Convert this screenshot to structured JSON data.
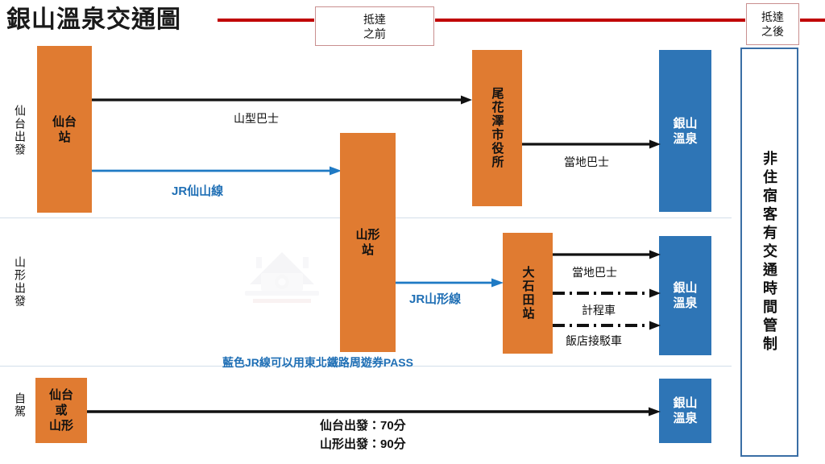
{
  "title": "銀山溫泉交通圖",
  "phases": {
    "before": "抵達\n之前",
    "before_line1": "抵達",
    "before_line2": "之前",
    "after_line1": "抵達",
    "after_line2": "之後"
  },
  "colors": {
    "orange": "#E07B31",
    "blue": "#2E75B6",
    "jr_blue": "#1F6FB5",
    "red_rule": "#C00000",
    "panel_border": "#3A6EA5",
    "phase_border": "#C98F8F",
    "divider": "#D3DFEA",
    "black_line": "#111111"
  },
  "rows": [
    {
      "id": "sendai",
      "origin_label": "仙台出發",
      "nodes": [
        {
          "id": "sendai-station",
          "label": "仙台站",
          "type": "orange"
        },
        {
          "id": "obanazawa-city-hall",
          "label": "尾花澤市役所",
          "type": "orange"
        },
        {
          "id": "ginzan-onsen-top",
          "label": "銀山溫泉",
          "type": "blue"
        }
      ],
      "edges": [
        {
          "id": "sendai-to-obanazawa",
          "label": "山型巴士",
          "style": "solid",
          "color": "black"
        },
        {
          "id": "sendai-to-yamagata",
          "label": "JR仙山線",
          "style": "solid",
          "color": "blue"
        },
        {
          "id": "obanazawa-to-ginzan",
          "label": "當地巴士",
          "style": "solid",
          "color": "black"
        }
      ]
    },
    {
      "id": "yamagata",
      "origin_label": "山形出發",
      "nodes": [
        {
          "id": "yamagata-station",
          "label": "山形站",
          "type": "orange"
        },
        {
          "id": "oishida-station",
          "label": "大石田站",
          "type": "orange"
        },
        {
          "id": "ginzan-onsen-mid",
          "label": "銀山溫泉",
          "type": "blue"
        }
      ],
      "edges": [
        {
          "id": "yamagata-to-oishida",
          "label": "JR山形線",
          "style": "solid",
          "color": "blue"
        },
        {
          "id": "oishida-bus",
          "label": "當地巴士",
          "style": "solid",
          "color": "black"
        },
        {
          "id": "oishida-taxi",
          "label": "計程車",
          "style": "dash-dot",
          "color": "black"
        },
        {
          "id": "oishida-shuttle",
          "label": "飯店接駁車",
          "style": "dash-dot",
          "color": "black"
        }
      ]
    },
    {
      "id": "drive",
      "origin_label": "自駕",
      "nodes": [
        {
          "id": "sendai-or-yamagata",
          "label": "仙台\n或\n山形",
          "type": "orange"
        },
        {
          "id": "ginzan-onsen-bottom",
          "label": "銀山溫泉",
          "type": "blue"
        }
      ],
      "edges": [
        {
          "id": "drive-to-ginzan",
          "label": "",
          "style": "solid",
          "color": "black"
        }
      ]
    }
  ],
  "node_labels": {
    "sendai_station_l1": "仙台",
    "sendai_station_l2": "站",
    "obanazawa": "尾花澤市役所",
    "ginzan_l1": "銀山",
    "ginzan_l2": "溫泉",
    "yamagata_station_l1": "山形",
    "yamagata_station_l2": "站",
    "oishida": "大石田站",
    "drive_origin_l1": "仙台",
    "drive_origin_l2": "或",
    "drive_origin_l3": "山形"
  },
  "edge_labels": {
    "yamagata_bus": "山型巴士",
    "jr_senzan_line": "JR仙山線",
    "local_bus_top": "當地巴士",
    "jr_yamagata_line": "JR山形線",
    "local_bus_mid": "當地巴士",
    "taxi": "計程車",
    "hotel_shuttle": "飯店接駁車"
  },
  "pass_note": "藍色JR線可以用東北鐵路周遊券PASS",
  "drive_notes": {
    "from_sendai": "仙台出發：70分",
    "from_yamagata": "山形出發：90分"
  },
  "side_panel": {
    "text": "非住宿客有交通時間管制"
  }
}
